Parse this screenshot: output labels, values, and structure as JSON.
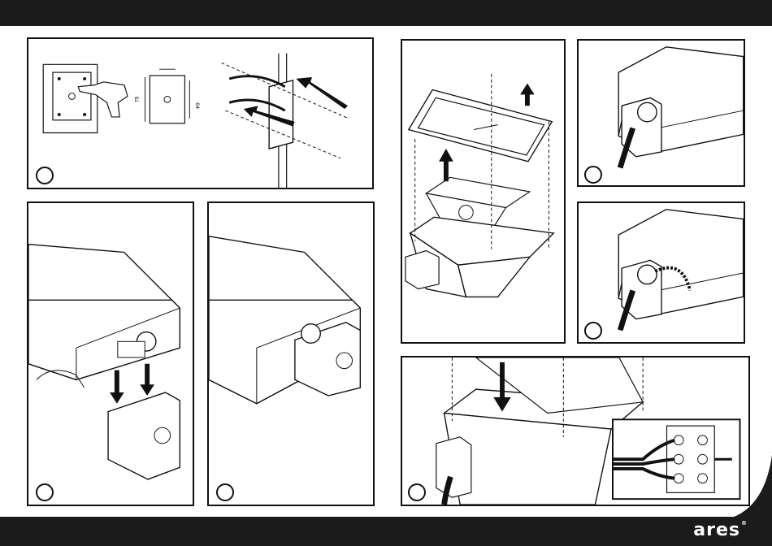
{
  "brand": {
    "name": "ares",
    "mark": "®"
  },
  "colors": {
    "bar": "#1b1b1b",
    "line": "#111111",
    "fill": "#ffffff",
    "shade": "#dcdcdc",
    "arrow": "#111111"
  },
  "panels": [
    {
      "id": "p1",
      "illustration": "wall-mount-drilling",
      "dimension_labels": [
        "75",
        "64"
      ]
    },
    {
      "id": "p2",
      "illustration": "remove-bracket"
    },
    {
      "id": "p3",
      "illustration": "bracket-mounted"
    },
    {
      "id": "p4",
      "illustration": "exploded-housing"
    },
    {
      "id": "p5",
      "illustration": "cable-gland"
    },
    {
      "id": "p6",
      "illustration": "cable-routing"
    },
    {
      "id": "p7",
      "illustration": "terminal-wiring"
    }
  ]
}
